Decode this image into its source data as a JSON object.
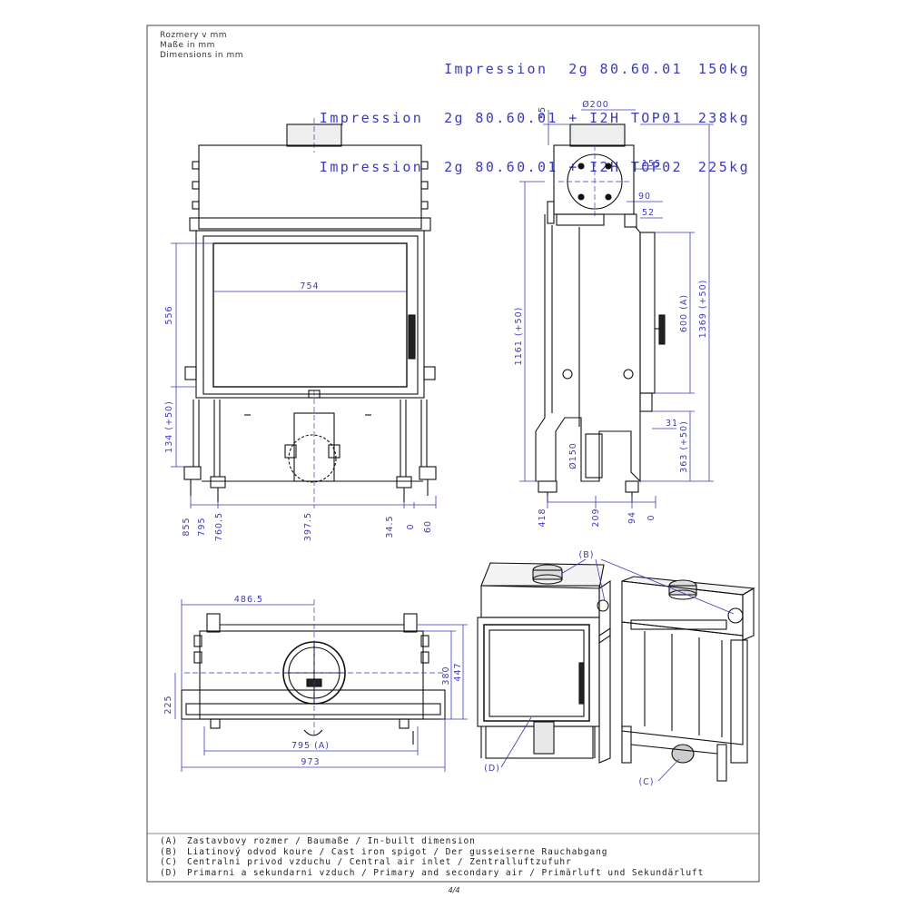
{
  "units": [
    "Rozmery v mm",
    "Maße in mm",
    "Dimensions in mm"
  ],
  "models": [
    {
      "name": "Impression  2g 80.60.01",
      "weight": "150kg"
    },
    {
      "name": "Impression  2g 80.60.01 + I2H TOP01",
      "weight": "238kg"
    },
    {
      "name": "Impression  2g 80.60.01 + I2H TOP02",
      "weight": "225kg"
    }
  ],
  "front_view": {
    "width_dim": "754",
    "height_dims": [
      "556",
      "134 (+50)"
    ],
    "bottom_dims": [
      "855",
      "795",
      "760.5",
      "397.5",
      "34.5",
      "0",
      "60"
    ]
  },
  "side_view": {
    "flue_dim": "Ø200",
    "top_dims": [
      "55",
      "155",
      "90",
      "52"
    ],
    "height_dims": [
      "1161 (+50)",
      "1369 (+50)",
      "600 (A)",
      "363 (+50)"
    ],
    "air_dims": [
      "Ø150",
      "31"
    ],
    "bottom_dims": [
      "418",
      "209",
      "94",
      "0"
    ]
  },
  "top_view": {
    "dims": [
      "486.5",
      "225",
      "380",
      "447",
      "795 (A)",
      "973"
    ]
  },
  "callouts": [
    "(B)",
    "(C)",
    "(D)"
  ],
  "legend": [
    {
      "key": "(A)",
      "text": "Zastavbovy rozmer / Baumaße / In-built dimension"
    },
    {
      "key": "(B)",
      "text": "Liatinový odvod koure / Cast iron spigot / Der gusseiserne Rauchabgang"
    },
    {
      "key": "(C)",
      "text": "Centralni privod vzduchu / Central air inlet / Zentralluftzufuhr"
    },
    {
      "key": "(D)",
      "text": "Primarni a sekundarni vzduch / Primary and secondary air / Primärluft und Sekundärluft"
    }
  ],
  "page_number": "4/4"
}
